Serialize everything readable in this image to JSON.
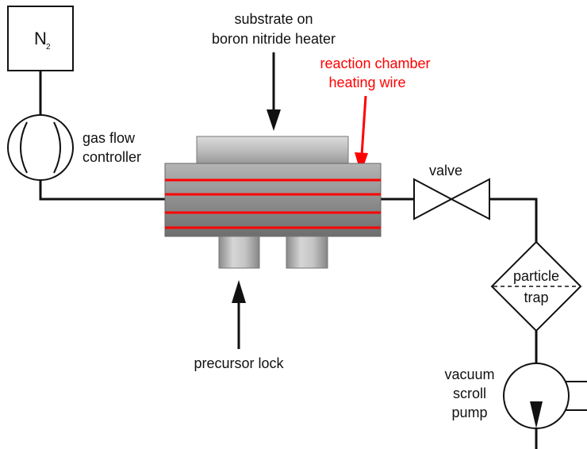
{
  "labels": {
    "n2_main": "N",
    "n2_sub": "2",
    "gas_flow_line1": "gas flow",
    "gas_flow_line2": "controller",
    "substrate_line1": "substrate on",
    "substrate_line2": "boron nitride heater",
    "reaction_line1": "reaction chamber",
    "reaction_line2": "heating wire",
    "valve": "valve",
    "particle_line1": "particle",
    "particle_line2": "trap",
    "precursor": "precursor lock",
    "pump_line1": "vacuum",
    "pump_line2": "scroll",
    "pump_line3": "pump"
  },
  "colors": {
    "line": "#111111",
    "heating_wire": "#ff0000",
    "reaction_text": "#ff0000",
    "chamber_fill": "#8a8a8a",
    "substrate_fill": "#b8b8b8"
  }
}
